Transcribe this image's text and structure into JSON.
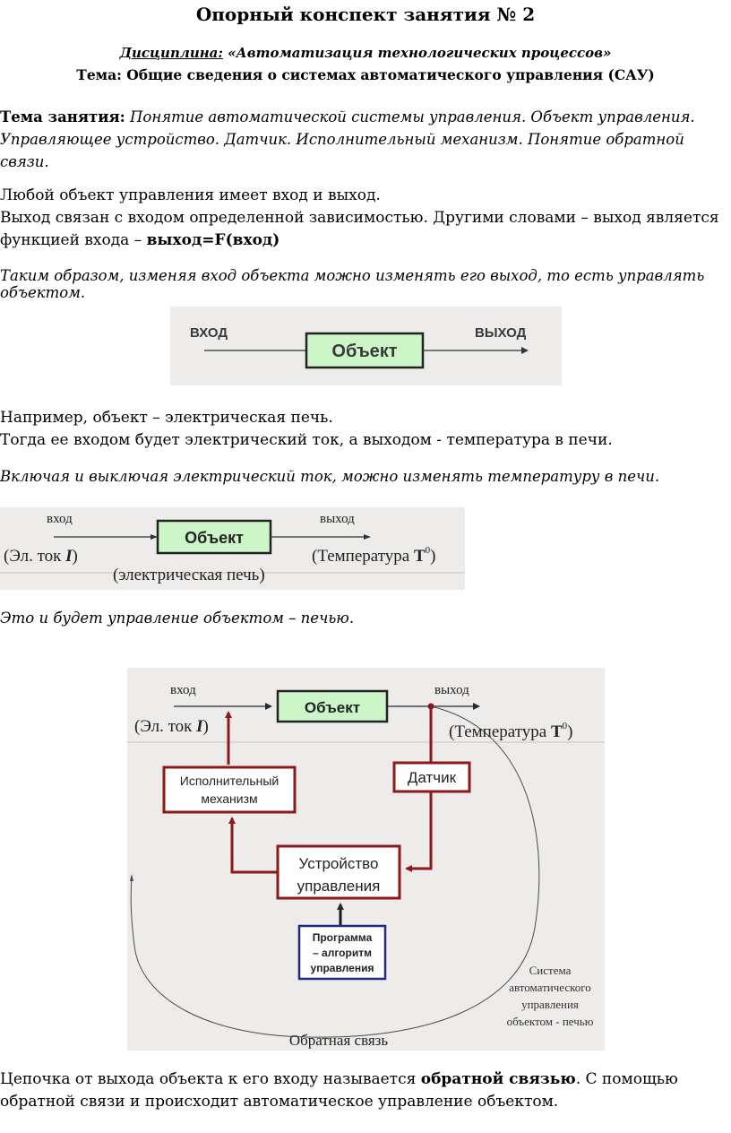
{
  "header": {
    "title": "Опорный конспект занятия № 2",
    "discipline_label": "Дисциплина:",
    "discipline_value": " «Автоматизация технологических процессов»",
    "theme": "Тема: Общие сведения о системах автоматического управления (САУ)"
  },
  "lesson": {
    "label": "Тема занятия:",
    "text": " Понятие автоматической системы управления. Объект управления. Управляющее устройство. Датчик. Исполнительный механизм. Понятие обратной связи."
  },
  "para1": {
    "line1": "Любой объект управления имеет вход и выход.",
    "line2": "Выход связан с входом определенной зависимостью. Другими словами – выход является функцией входа – ",
    "formula": "выход=F(вход)"
  },
  "italic1": "Таким образом, изменяя вход объекта можно изменять его выход, то есть управлять объектом.",
  "fig1": {
    "input": "ВХОД",
    "object": "Объект",
    "output": "ВЫХОД"
  },
  "para2": {
    "line1": "Например, объект – электрическая печь.",
    "line2": "Тогда ее входом будет электрический ток, а выходом - температура в печи."
  },
  "italic2": "Включая и выключая электрический ток, можно изменять температуру в печи.",
  "fig2": {
    "input": "вход",
    "object": "Объект",
    "output": "выход",
    "input_sub_open": "(Эл. ток ",
    "input_sub_var": "I",
    "input_sub_close": ")",
    "output_sub_open": "(Температура ",
    "output_sub_var": "T",
    "output_sub_sup": "0",
    "output_sub_close": ")",
    "caption": "(электрическая печь)"
  },
  "italic3": "Это и будет управление объектом – печью.",
  "fig3": {
    "input": "вход",
    "object": "Объект",
    "output": "выход",
    "input_sub_open": "(Эл. ток ",
    "input_sub_var": "I",
    "input_sub_close": ")",
    "output_sub_open": "(Температура ",
    "output_sub_var": "T",
    "output_sub_sup": "0",
    "output_sub_close": ")",
    "actuator_line1": "Исполнительный",
    "actuator_line2": "механизм",
    "sensor": "Датчик",
    "controller_line1": "Устройство",
    "controller_line2": "управления",
    "program_line1": "Программа",
    "program_line2": "– алгоритм",
    "program_line3": "управления",
    "system_line1": "Система",
    "system_line2": "автоматического",
    "system_line3": "управления",
    "system_line4": "объектом - печью",
    "feedback": "Обратная связь"
  },
  "conclusion": {
    "part1": "Цепочка от выхода объекта к его входу называется ",
    "bold": "обратной связью",
    "part2": ". С помощью обратной связи и происходит автоматическое управление объектом."
  },
  "colors": {
    "object_fill": "#ccf5c8",
    "red_blocks": "#8b1a1a",
    "program_border": "#1f2a80",
    "figure_bg": "#eeecea"
  }
}
